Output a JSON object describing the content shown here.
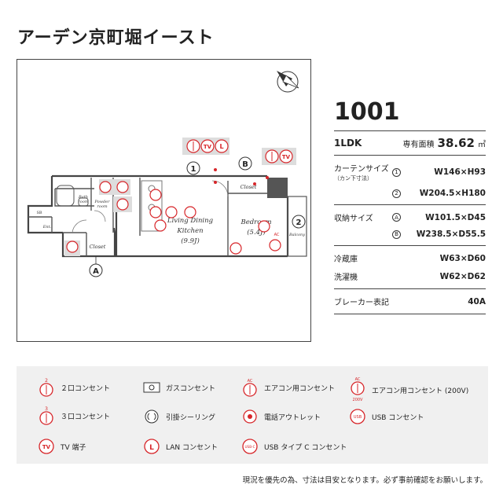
{
  "property_name": "アーデン京町堀イースト",
  "unit": {
    "number": "1001",
    "layout": "1LDK",
    "area_label": "専有面積",
    "area_value": "38.62",
    "area_unit": "㎡"
  },
  "curtain": {
    "label": "カーテンサイズ",
    "sublabel": "（カン下寸法）",
    "items": [
      {
        "mark": "1",
        "value": "W146×H93"
      },
      {
        "mark": "2",
        "value": "W204.5×H180"
      }
    ]
  },
  "storage": {
    "label": "収納サイズ",
    "items": [
      {
        "mark": "A",
        "value": "W101.5×D45"
      },
      {
        "mark": "B",
        "value": "W238.5×D55.5"
      }
    ]
  },
  "appliances": [
    {
      "label": "冷蔵庫",
      "value": "W63×D60"
    },
    {
      "label": "洗濯機",
      "value": "W62×D62"
    }
  ],
  "breaker": {
    "label": "ブレーカー表記",
    "value": "40A"
  },
  "plan": {
    "rooms": {
      "ldk": "Living Dining",
      "ldk2": "Kitchen",
      "ldk_size": "(9.9J)",
      "bedroom": "Bedroom",
      "bedroom_size": "(5.4J)",
      "closet1": "Closet",
      "closet2": "Closet",
      "bath": "Bath",
      "bath2": "room",
      "powder": "Powder",
      "powder2": "room",
      "sb": "SB",
      "ent": "Ent.",
      "balcony": "Balcony"
    },
    "marks": {
      "m1": "1",
      "m2": "2",
      "mA": "A",
      "mB": "B"
    },
    "symbols": {
      "tv": "TV",
      "lan": "L",
      "ac": "AC",
      "n2": "2",
      "n3": "3"
    }
  },
  "legend": [
    {
      "icon": "outlet-2-icon",
      "label": "２口コンセント"
    },
    {
      "icon": "gas-outlet-icon",
      "label": "ガスコンセント"
    },
    {
      "icon": "ac-outlet-icon",
      "label": "エアコン用コンセント"
    },
    {
      "icon": "ac-200v-outlet-icon",
      "label": "エアコン用コンセント (200V)"
    },
    {
      "icon": "outlet-3-icon",
      "label": "３口コンセント"
    },
    {
      "icon": "ceiling-hook-icon",
      "label": "引掛シーリング"
    },
    {
      "icon": "phone-outlet-icon",
      "label": "電話アウトレット"
    },
    {
      "icon": "usb-outlet-icon",
      "label": "USB コンセント"
    },
    {
      "icon": "tv-terminal-icon",
      "label": "TV 端子"
    },
    {
      "icon": "lan-outlet-icon",
      "label": "LAN コンセント"
    },
    {
      "icon": "usb-c-outlet-icon",
      "label": "USB タイプ C コンセント"
    }
  ],
  "legend_symbols": {
    "ac": "AC",
    "v200": "200V",
    "usb": "USB",
    "usbc": "USB-C",
    "tv": "TV",
    "l": "L",
    "n2": "2",
    "n3": "3"
  },
  "note": "現況を優先の為、寸法は目安となります。必ず事前確認をお願いします。",
  "colors": {
    "accent": "#d7262a",
    "line": "#444444",
    "legend_bg": "#f0f0f0"
  }
}
